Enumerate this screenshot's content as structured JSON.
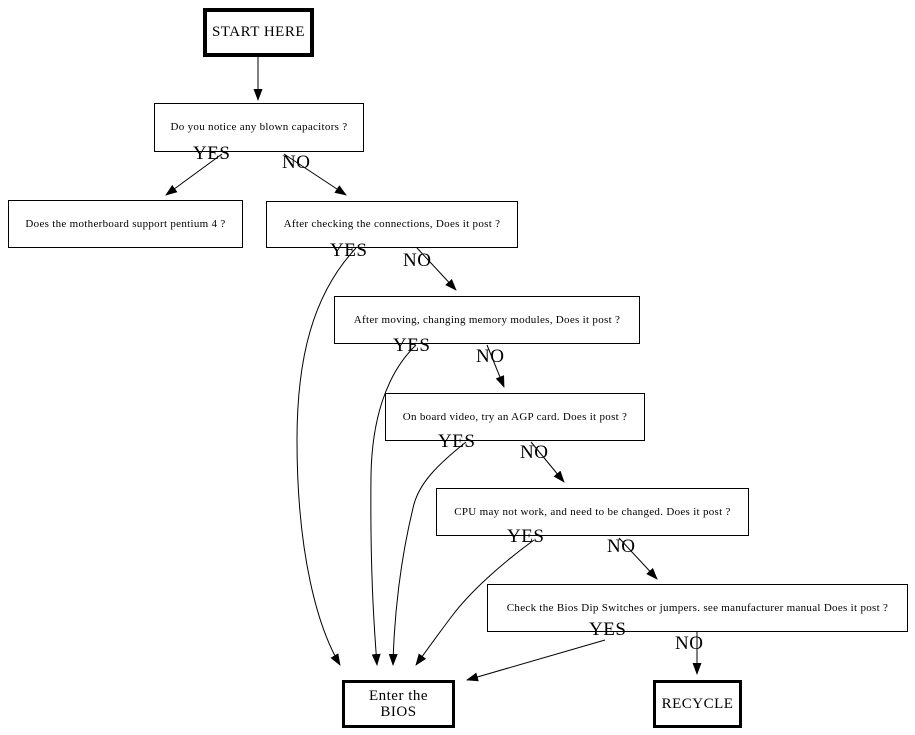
{
  "diagram": {
    "background_color": "#ffffff",
    "line_color": "#000000",
    "nodes": {
      "start": {
        "label": "START HERE"
      },
      "capacitors": {
        "label": "Do you notice any blown capacitors ?"
      },
      "pentium": {
        "label": "Does the motherboard support pentium 4 ?"
      },
      "connections": {
        "label": "After checking the connections, Does it post ?"
      },
      "memory": {
        "label": "After moving, changing memory modules, Does it post ?"
      },
      "video": {
        "label": "On board video, try an AGP card. Does it post ?"
      },
      "cpu": {
        "label": "CPU may not work, and need to be changed. Does it post ?"
      },
      "dip_switches": {
        "label": "Check the Bios Dip Switches or jumpers. see manufacturer manual Does it post ?"
      },
      "enter_bios": {
        "label": "Enter the BIOS"
      },
      "recycle": {
        "label": "RECYCLE"
      }
    },
    "edge_labels": [
      {
        "from": "capacitors",
        "to": "pentium",
        "label": "YES"
      },
      {
        "from": "capacitors",
        "to": "connections",
        "label": "NO"
      },
      {
        "from": "connections",
        "to": "enter_bios",
        "label": "YES"
      },
      {
        "from": "connections",
        "to": "memory",
        "label": "NO"
      },
      {
        "from": "memory",
        "to": "enter_bios",
        "label": "YES"
      },
      {
        "from": "memory",
        "to": "video",
        "label": "NO"
      },
      {
        "from": "video",
        "to": "enter_bios",
        "label": "YES"
      },
      {
        "from": "video",
        "to": "cpu",
        "label": "NO"
      },
      {
        "from": "cpu",
        "to": "enter_bios",
        "label": "YES"
      },
      {
        "from": "cpu",
        "to": "dip_switches",
        "label": "NO"
      },
      {
        "from": "dip_switches",
        "to": "enter_bios",
        "label": "YES"
      },
      {
        "from": "dip_switches",
        "to": "recycle",
        "label": "NO"
      }
    ]
  }
}
